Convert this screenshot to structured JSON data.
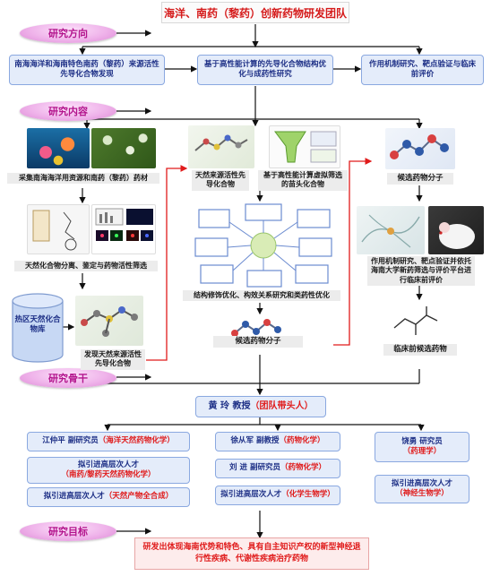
{
  "title": "海洋、南药（黎药）创新药物研发团队",
  "sections": {
    "direction": "研究方向",
    "content": "研究内容",
    "staff": "研究骨干",
    "goal": "研究目标"
  },
  "direction_boxes": [
    "南海海洋和海南特色南药（黎药）来源活性先导化合物发现",
    "基于高性能计算的先导化合物结构优化与成药性研究",
    "作用机制研究、靶点验证与临床前评价"
  ],
  "content_labels": {
    "col1_a": "采集南海海洋用资源和南药（黎药）药材",
    "col1_b": "天然化合物分离、鉴定与药物活性筛选",
    "col1_cyl": "热区天然化合物库",
    "col1_c": "发现天然来源活性先导化合物",
    "col2_a": "天然来源活性先导化合物",
    "col2_b": "基于高性能计算虚拟筛选的苗头化合物",
    "col2_c": "结构修饰优化、构效关系研究和类药性优化",
    "col2_d": "候选药物分子",
    "col3_a": "候选药物分子",
    "col3_b": "作用机制研究、靶点验证并依托海南大学新药筛选与评价平台进行临床前评价",
    "col3_c": "临床前候选药物"
  },
  "staff": {
    "leader_name": "黄 玲 教授",
    "leader_role": "（团队带头人）",
    "left": [
      {
        "name": "江仲平 副研究员",
        "field": "（海洋天然药物化学）"
      },
      {
        "name": "拟引进高层次人才",
        "field": "（南药/黎药天然药物化学）"
      },
      {
        "name": "拟引进高层次人才",
        "field": "（天然产物全合成）"
      }
    ],
    "middle": [
      {
        "name": "徐从军 副教授",
        "field": "（药物化学）"
      },
      {
        "name": "刘 进 副研究员",
        "field": "（药物化学）"
      },
      {
        "name": "拟引进高层次人才",
        "field": "（化学生物学）"
      }
    ],
    "right": [
      {
        "name": "饶勇 研究员",
        "field": "（药理学）"
      },
      {
        "name": "拟引进高层次人才",
        "field": "（神经生物学）"
      }
    ]
  },
  "goal_text": "研发出体现海南优势和特色、具有自主知识产权的新型神经退行性疾病、代谢性疾病治疗药物",
  "colors": {
    "box_bg": "#e4ecfa",
    "box_border": "#8aa8e0",
    "accent_red": "#e01b1b",
    "navy": "#1d2f86",
    "pink": "#efb3ea"
  }
}
